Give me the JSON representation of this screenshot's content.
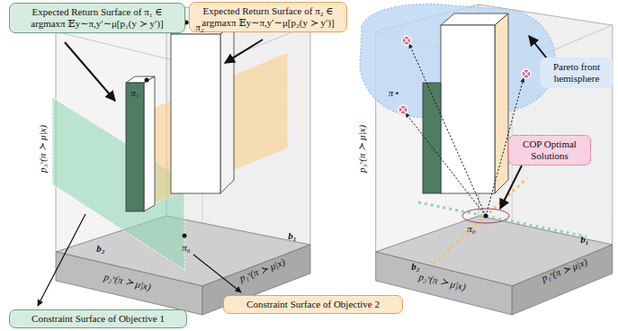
{
  "diagram": {
    "nodes": [
      {
        "text": [
          "Expected Return Surface of π₁ ∈ argmaxπ 𝔼y∼π,y′∼μ[p₁(y ≻ y′)]"
        ]
      },
      {
        "text": [
          "Expected Return Surface of π₂ ∈ argmaxπ 𝔼y∼π,y′∼μ[p₂(y ≻ y′)]"
        ]
      },
      {
        "text": [
          "Pareto front hemisphere"
        ]
      },
      {
        "text": [
          "COP Optimal Solutions"
        ]
      },
      {
        "text": [
          "Constraint Surface of Objective 1"
        ]
      },
      {
        "text": [
          "Constraint Surface of Objective 2"
        ]
      }
    ],
    "labels": [
      "π₂",
      "π₁",
      "π₀",
      "b₁",
      "b₂",
      "p₃ᵛ(π ≻ μ|x)",
      "p₂ᵛ(π ≻ μ|x)",
      "p₁ᵛ(π ≻ μ|x)",
      "π⋆",
      "π₀",
      "b₁",
      "b₂",
      "p₃ᵛ(π ≻ μ|x)",
      "p₂ᵛ(π ≻ μ|x)",
      "p₁ᵛ(π ≻ μ|x)"
    ]
  }
}
